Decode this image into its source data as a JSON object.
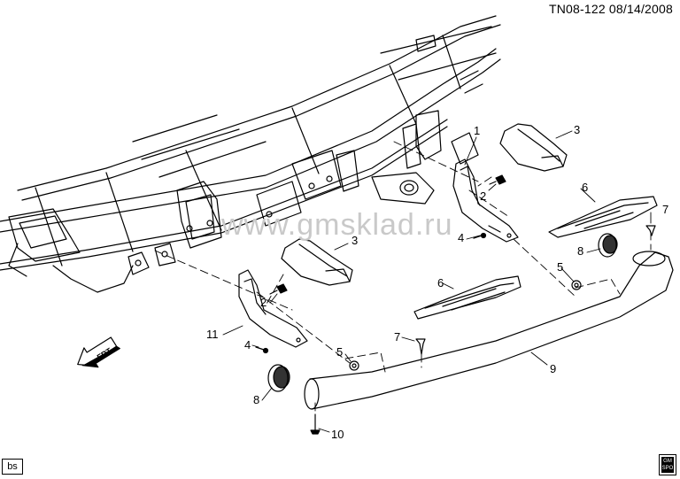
{
  "header": {
    "doc_id": "TN08-122  08/14/2008"
  },
  "watermark": "www.gmsklad.ru",
  "footer": {
    "corner_tag": "bs",
    "logo_text": "GM SPO"
  },
  "front_arrow_label": "FRT",
  "callouts": {
    "c1": "1",
    "c2a": "2",
    "c2b": "2",
    "c3a": "3",
    "c3b": "3",
    "c4a": "4",
    "c4b": "4",
    "c5a": "5",
    "c5b": "5",
    "c6a": "6",
    "c6b": "6",
    "c7a": "7",
    "c7b": "7",
    "c8a": "8",
    "c8b": "8",
    "c9": "9",
    "c10": "10",
    "c11": "11"
  }
}
